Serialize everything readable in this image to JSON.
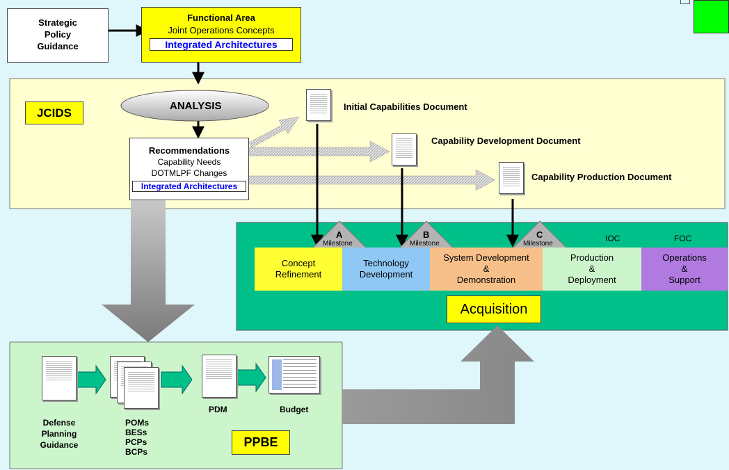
{
  "policy": {
    "label": "Strategic\nPolicy\nGuidance"
  },
  "functional": {
    "title": "Functional Area",
    "subtitle": "Joint Operations Concepts",
    "integrated": "Integrated Architectures"
  },
  "jcids": {
    "label": "JCIDS",
    "analysis": "ANALYSIS",
    "recommendations": {
      "title": "Recommendations",
      "line1": "Capability Needs",
      "line2": "DOTMLPF Changes",
      "integrated": "Integrated Architectures"
    }
  },
  "documents": {
    "icd": "Initial Capabilities Document",
    "cdd": "Capability Development Document",
    "cpd": "Capability Production  Document"
  },
  "milestones": [
    {
      "letter": "A",
      "label": "Milestone"
    },
    {
      "letter": "B",
      "label": "Milestone"
    },
    {
      "letter": "C",
      "label": "Milestone"
    }
  ],
  "markers": {
    "ioc": "IOC",
    "foc": "FOC"
  },
  "phases": [
    {
      "label": "Concept\nRefinement",
      "color": "#ffff33"
    },
    {
      "label": "Technology\nDevelopment",
      "color": "#8fc7f5"
    },
    {
      "label": "System Development\n&\nDemonstration",
      "color": "#f7c08a"
    },
    {
      "label": "Production\n&\nDeployment",
      "color": "#ccf5cc"
    },
    {
      "label": "Operations\n&\nSupport",
      "color": "#b07ae0"
    }
  ],
  "acquisition": {
    "label": "Acquisition"
  },
  "ppbe": {
    "label": "PPBE",
    "dpg": "Defense\nPlanning\nGuidance",
    "poms": "POMs\nBESs\nPCPs\nBCPs",
    "pdm": "PDM",
    "budget": "Budget"
  },
  "colors": {
    "yellow": "#ffff00",
    "teal": "#00c08a",
    "pale_yellow": "#ffffd2",
    "pale_green": "#ccf5cc",
    "green_square": "#00ff00"
  }
}
